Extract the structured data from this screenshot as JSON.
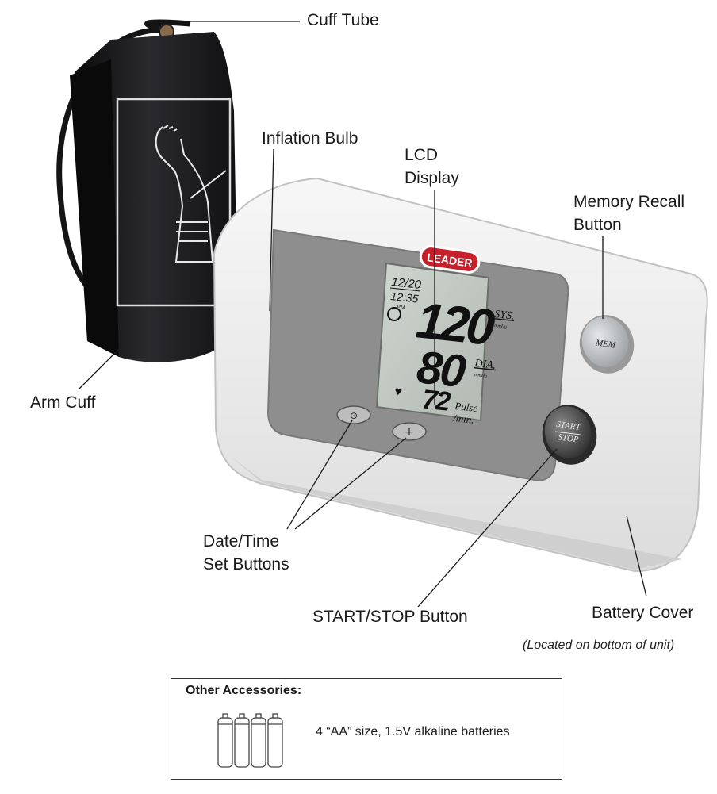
{
  "labels": {
    "cuff_tube": "Cuff Tube",
    "inflation_bulb": "Inflation Bulb",
    "lcd_display_line1": "LCD",
    "lcd_display_line2": "Display",
    "memory_recall_line1": "Memory Recall",
    "memory_recall_line2": "Button",
    "arm_cuff": "Arm Cuff",
    "date_time_line1": "Date/Time",
    "date_time_line2": "Set Buttons",
    "start_stop_button": "START/STOP Button",
    "battery_cover": "Battery Cover",
    "battery_note": "(Located on bottom of unit)"
  },
  "device": {
    "brand": "LEADER",
    "lcd": {
      "date": "12/20",
      "time": "12:35",
      "time_suffix": "PM",
      "systolic": "120",
      "diastolic": "80",
      "pulse": "72",
      "sys_label": "SYS.",
      "dia_label": "DIA.",
      "unit": "mmHg",
      "pulse_label_line1": "Pulse",
      "pulse_label_line2": "/min."
    },
    "mem_button": "MEM",
    "start_button_line1": "START",
    "start_button_line2": "STOP",
    "set_button_clock": "⊙",
    "set_button_plus": "+"
  },
  "accessories": {
    "title": "Other Accessories:",
    "item": "4 “AA” size, 1.5V alkaline batteries",
    "battery_count": 4
  },
  "colors": {
    "cuff": "#1c1c1e",
    "body": "#ececec",
    "panel": "#8e8e8e",
    "lcd": "#c3c9c3",
    "brand_red": "#c8202a",
    "start_button": "#4a4a4a",
    "mem_button": "#b4b8bc"
  }
}
